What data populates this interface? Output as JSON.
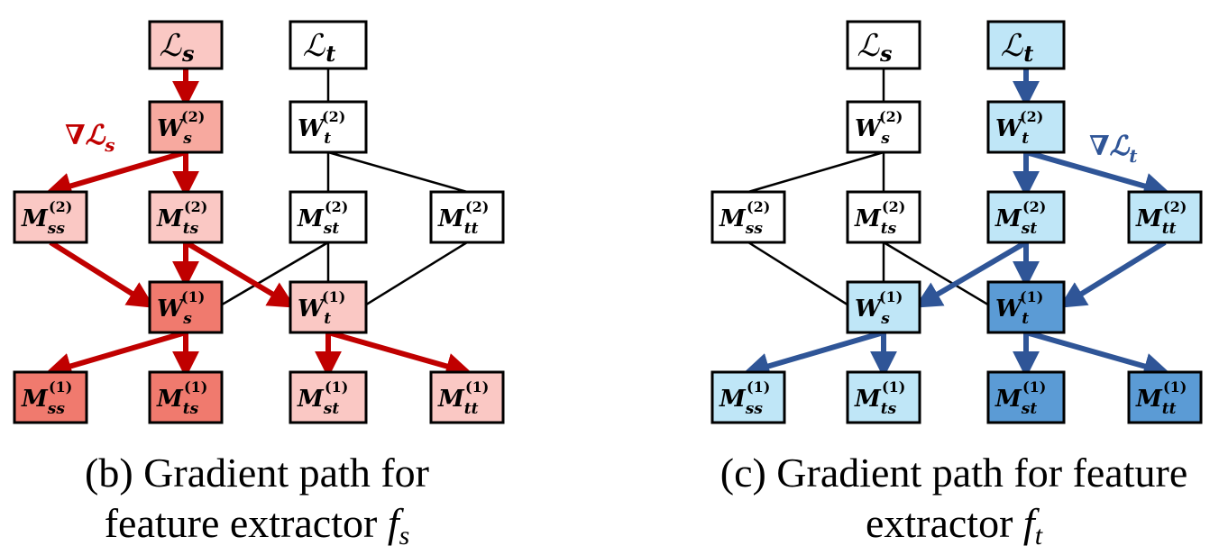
{
  "colors": {
    "red_gradient": "#c00000",
    "blue_gradient": "#2f5597",
    "red_light": "#fac8c4",
    "red_medium": "#f7a99f",
    "red_strong": "#f07a6e",
    "blue_light": "#bfe6f7",
    "blue_strong": "#5b9bd5",
    "white": "#ffffff"
  },
  "panel_b": {
    "caption_line1": "(b) Gradient path for",
    "caption_line2_text": "feature extractor ",
    "caption_line2_var": "f",
    "caption_line2_sub": "s",
    "gradient_label_symbol": "∇ℒ",
    "gradient_label_sub": "s"
  },
  "panel_c": {
    "caption_line1": "(c) Gradient path for feature",
    "caption_line2_text": "extractor ",
    "caption_line2_var": "f",
    "caption_line2_sub": "t",
    "gradient_label_symbol": "∇ℒ",
    "gradient_label_sub": "t"
  },
  "nodes": {
    "loss_s": {
      "main": "ℒ",
      "sub": "s"
    },
    "loss_t": {
      "main": "ℒ",
      "sub": "t"
    },
    "w2_s": {
      "main": "W",
      "sub": "s",
      "sup": "(2)"
    },
    "w2_t": {
      "main": "W",
      "sub": "t",
      "sup": "(2)"
    },
    "m2_ss": {
      "main": "M",
      "sub": "ss",
      "sup": "(2)"
    },
    "m2_ts": {
      "main": "M",
      "sub": "ts",
      "sup": "(2)"
    },
    "m2_st": {
      "main": "M",
      "sub": "st",
      "sup": "(2)"
    },
    "m2_tt": {
      "main": "M",
      "sub": "tt",
      "sup": "(2)"
    },
    "w1_s": {
      "main": "W",
      "sub": "s",
      "sup": "(1)"
    },
    "w1_t": {
      "main": "W",
      "sub": "t",
      "sup": "(1)"
    },
    "m1_ss": {
      "main": "M",
      "sub": "ss",
      "sup": "(1)"
    },
    "m1_ts": {
      "main": "M",
      "sub": "ts",
      "sup": "(1)"
    },
    "m1_st": {
      "main": "M",
      "sub": "st",
      "sup": "(1)"
    },
    "m1_tt": {
      "main": "M",
      "sub": "tt",
      "sup": "(1)"
    }
  }
}
